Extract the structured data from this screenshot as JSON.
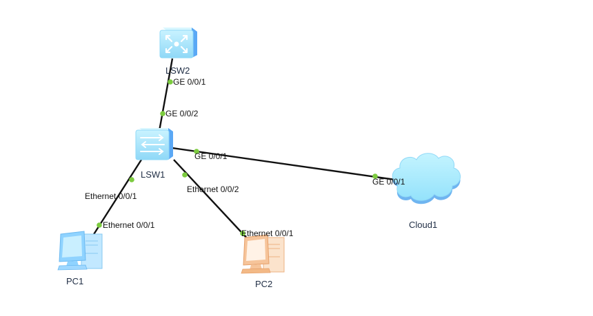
{
  "colors": {
    "link": "#111111",
    "port_dot": "#7ccb3f",
    "switch_face": "#aeeaff",
    "switch_side": "#5aa8f5",
    "pc1_body": "#9fd8ff",
    "pc2_body": "#f6c49a",
    "cloud_fill": "#aeeeff",
    "cloud_shadow": "#6fb5f0"
  },
  "devices": [
    {
      "id": "LSW2",
      "label": "LSW2",
      "type": "core-switch",
      "icon": "core-switch-icon"
    },
    {
      "id": "LSW1",
      "label": "LSW1",
      "type": "access-switch",
      "icon": "switch-icon"
    },
    {
      "id": "PC1",
      "label": "PC1",
      "type": "pc",
      "icon": "pc-icon"
    },
    {
      "id": "PC2",
      "label": "PC2",
      "type": "pc",
      "icon": "pc-icon"
    },
    {
      "id": "Cloud1",
      "label": "Cloud1",
      "type": "cloud",
      "icon": "cloud-icon"
    }
  ],
  "links": [
    {
      "from": "LSW2",
      "from_port": "GE 0/0/1",
      "to": "LSW1",
      "to_port": "GE 0/0/2"
    },
    {
      "from": "LSW1",
      "from_port": "GE 0/0/1",
      "to": "Cloud1",
      "to_port": "GE 0/0/1"
    },
    {
      "from": "LSW1",
      "from_port": "Ethernet 0/0/1",
      "to": "PC1",
      "to_port": "Ethernet 0/0/1"
    },
    {
      "from": "LSW1",
      "from_port": "Ethernet 0/0/2",
      "to": "PC2",
      "to_port": "Ethernet 0/0/1"
    }
  ]
}
